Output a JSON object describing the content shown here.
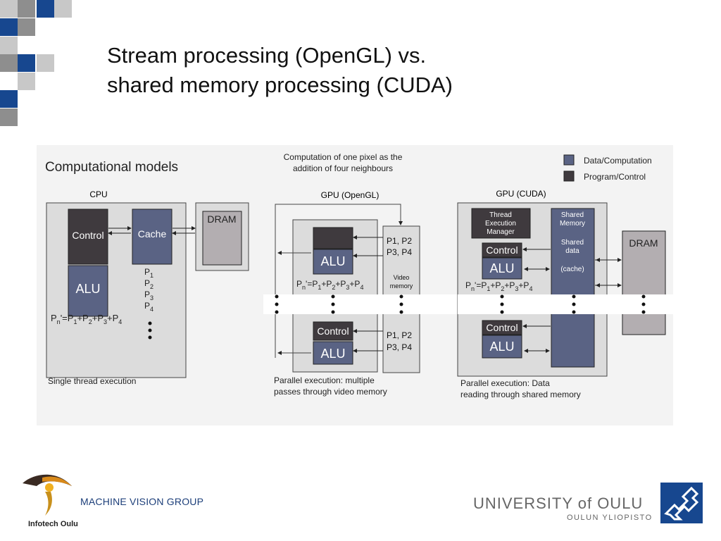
{
  "slide": {
    "title_line1": "Stream processing (OpenGL) vs.",
    "title_line2": "shared memory processing (CUDA)"
  },
  "colors": {
    "data_box": "#5a6384",
    "program_box": "#3f3a3e",
    "dram_box": "#b3aeb1",
    "panel": "#dcdcdc",
    "brand_blue": "#17478f",
    "deco_gray": "#c8c8c8",
    "deco_dark": "#8e8e8e"
  },
  "diagram": {
    "heading": "Computational models",
    "note": "Computation of one pixel as the addition of four neighbours",
    "note_line1": "Computation of one pixel as the",
    "note_line2": "addition of four neighbours",
    "legend": [
      {
        "label": "Data/Computation"
      },
      {
        "label": "Program/Control"
      }
    ],
    "cpu": {
      "label": "CPU",
      "control": "Control",
      "cache": "Cache",
      "alu": "ALU",
      "dram": "DRAM",
      "p1": "P",
      "p_subs": [
        "1",
        "2",
        "3",
        "4"
      ],
      "formula_parts": [
        "P",
        "n",
        "'=P",
        "1",
        "+P",
        "2",
        "+P",
        "3",
        "+P",
        "4"
      ],
      "caption": "Single thread execution"
    },
    "gpu_opengl": {
      "label": "GPU (OpenGL)",
      "alu": "ALU",
      "control": "Control",
      "p_line1": "P1, P2",
      "p_line2": "P3, P4",
      "video_line1": "Video",
      "video_line2": "memory",
      "formula_parts": [
        "P",
        "n",
        "'=P",
        "1",
        "+P",
        "2",
        "+P",
        "3",
        "+P",
        "4"
      ],
      "caption_line1": "Parallel execution: multiple",
      "caption_line2": "passes through video memory"
    },
    "gpu_cuda": {
      "label": "GPU (CUDA)",
      "tem_line1": "Thread",
      "tem_line2": "Execution",
      "tem_line3": "Manager",
      "shared_line1": "Shared",
      "shared_line2": "Memory",
      "shared_line3": "Shared",
      "shared_line4": "data",
      "shared_line5": "(cache)",
      "control": "Control",
      "alu": "ALU",
      "dram": "DRAM",
      "formula_parts": [
        "P",
        "n",
        "'=P",
        "1",
        "+P",
        "2",
        "+P",
        "3",
        "+P",
        "4"
      ],
      "caption_line1": "Parallel execution: Data",
      "caption_line2": "reading through shared memory"
    }
  },
  "footer": {
    "group": "MACHINE VISION GROUP",
    "infotech": "Infotech Oulu",
    "university": "UNIVERSITY of OULU",
    "university_sub": "OULUN YLIOPISTO"
  }
}
